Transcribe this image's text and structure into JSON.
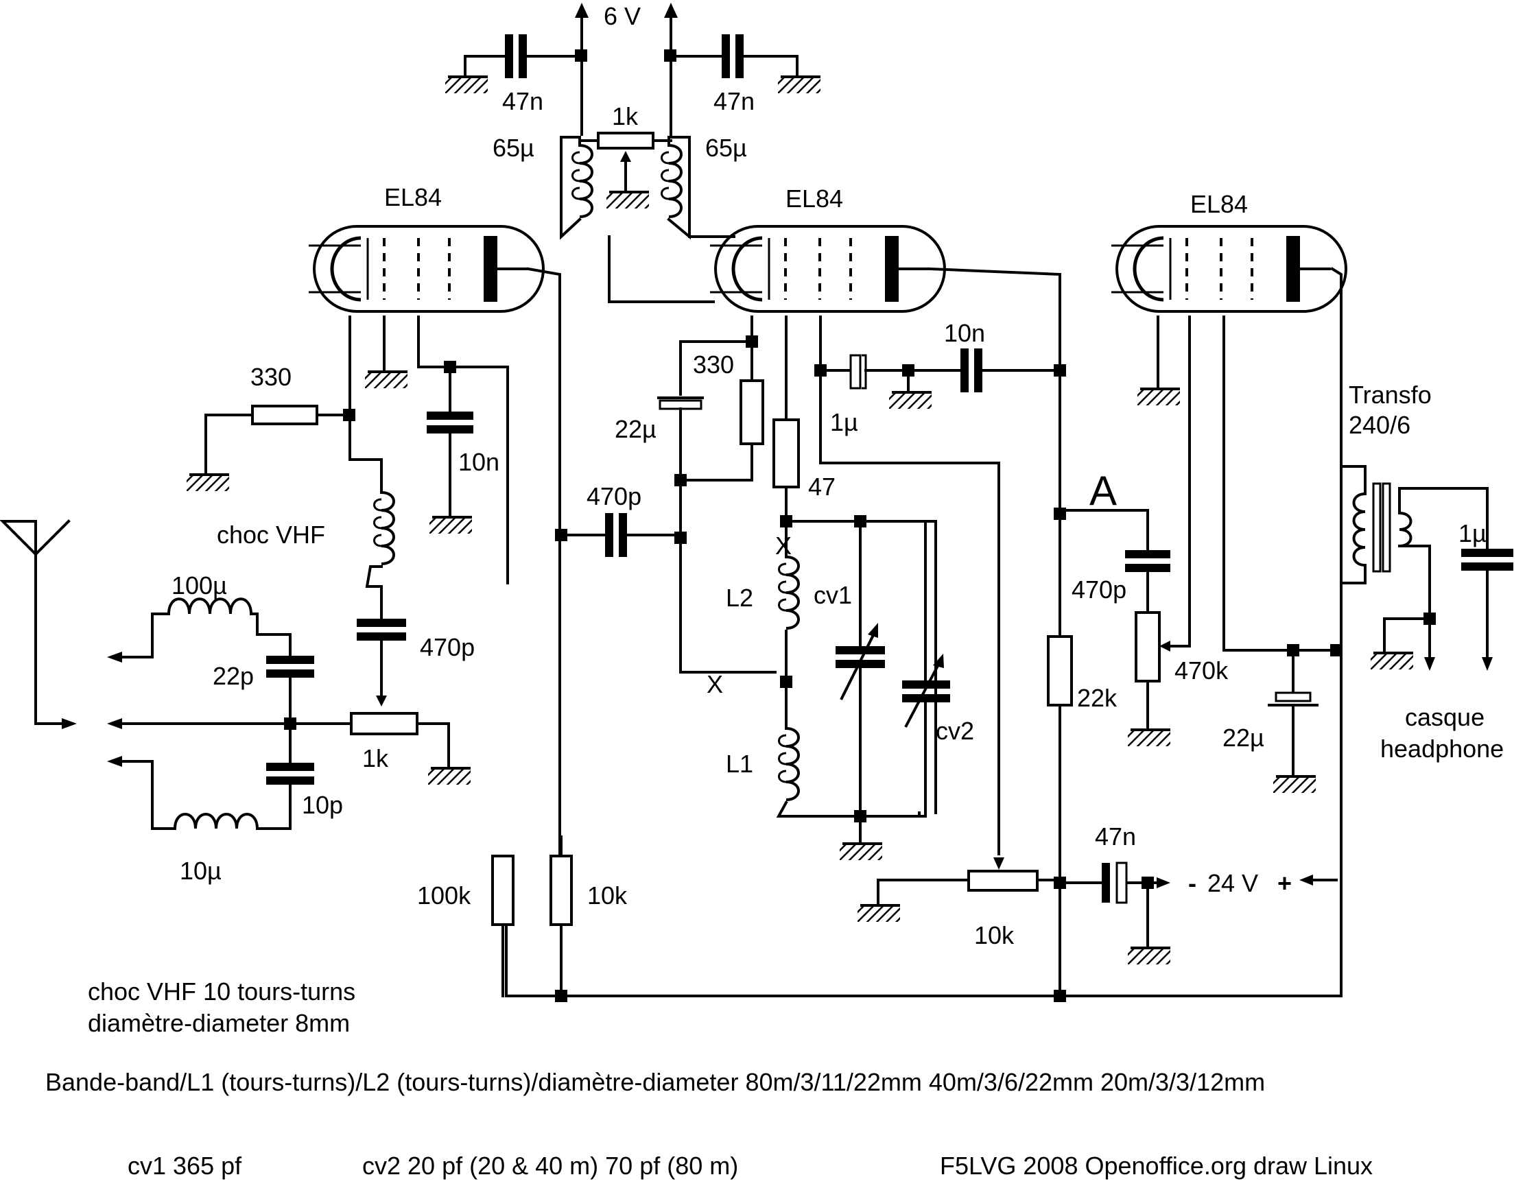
{
  "tubes": {
    "v1": "EL84",
    "v2": "EL84",
    "v3": "EL84"
  },
  "supply": {
    "top": "6 V",
    "bottom_minus": "-",
    "bottom_voltage": "24 V",
    "bottom_plus": "+"
  },
  "components": {
    "c_47n_left": "47n",
    "c_47n_right": "47n",
    "r_1k_top": "1k",
    "l_65u_left": "65µ",
    "l_65u_right": "65µ",
    "r_330_left": "330",
    "c_10n_left": "10n",
    "choke_vhf": "choc VHF",
    "c_470p_left": "470p",
    "l_100u": "100µ",
    "c_22p": "22p",
    "r_1k_pot": "1k",
    "c_10p": "10p",
    "l_10u": "10µ",
    "r_100k": "100k",
    "r_10k_left": "10k",
    "c_470p_mid": "470p",
    "r_330_mid": "330",
    "c_22u_mid": "22µ",
    "r_47": "47",
    "l2": "L2",
    "l1": "L1",
    "cv1": "cv1",
    "cv2": "cv2",
    "c_1u_mid": "1µ",
    "c_10n_mid": "10n",
    "point_a": "A",
    "c_470p_right": "470p",
    "r_22k": "22k",
    "r_470k": "470k",
    "c_47n_bottom": "47n",
    "r_10k_pot": "10k",
    "transfo_1": "Transfo",
    "transfo_2": "240/6",
    "c_1u_right": "1µ",
    "c_22u_right": "22µ",
    "casque": "casque",
    "headphone": "headphone"
  },
  "notes": {
    "choke_1": "choc VHF 10 tours-turns",
    "choke_2": "diamètre-diameter 8mm",
    "bands": "Bande-band/L1 (tours-turns)/L2 (tours-turns)/diamètre-diameter  80m/3/11/22mm  40m/3/6/22mm  20m/3/3/12mm",
    "cv_values": "cv1 365 pf",
    "cv2_values": "cv2 20 pf (20 & 40 m)  70 pf (80 m)",
    "credit": "F5LVG 2008  Openoffice.org draw Linux"
  }
}
